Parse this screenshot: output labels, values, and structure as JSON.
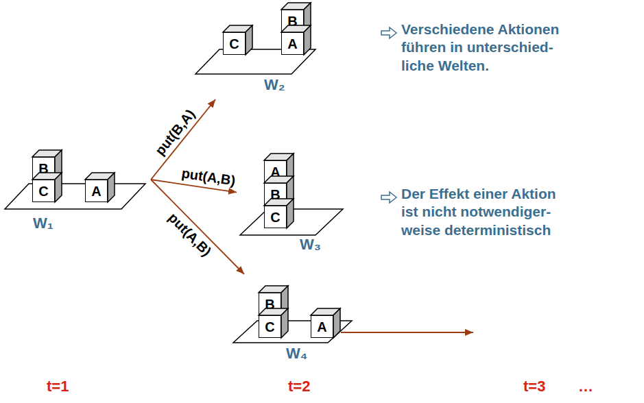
{
  "diagram": {
    "nodes": [
      {
        "text": [
          "W₁"
        ]
      },
      {
        "text": [
          "B"
        ],
        "in": 0
      },
      {
        "text": [
          "C"
        ],
        "in": 0
      },
      {
        "text": [
          "A"
        ],
        "in": 0
      },
      {
        "text": [
          "W₂"
        ]
      },
      {
        "text": [
          "B"
        ],
        "in": 4
      },
      {
        "text": [
          "C"
        ],
        "in": 4
      },
      {
        "text": [
          "A"
        ],
        "in": 4
      },
      {
        "text": [
          "W₃"
        ]
      },
      {
        "text": [
          "A"
        ],
        "in": 8
      },
      {
        "text": [
          "B"
        ],
        "in": 8
      },
      {
        "text": [
          "C"
        ],
        "in": 8
      },
      {
        "text": [
          "W₄"
        ]
      },
      {
        "text": [
          "B"
        ],
        "in": 12
      },
      {
        "text": [
          "C"
        ],
        "in": 12
      },
      {
        "text": [
          "A"
        ],
        "in": 12
      }
    ],
    "edges": [
      {
        "from": 0,
        "to": 4,
        "arrow": "to",
        "label": "put(B,A)"
      },
      {
        "from": 0,
        "to": 8,
        "arrow": "to",
        "label": "put(A,B)"
      },
      {
        "from": 0,
        "to": 12,
        "arrow": "to",
        "label": "put(A,B)"
      }
    ],
    "labels": [
      "Verschiedene Aktionen führen in unterschied­liche Welten.",
      "Der Effekt einer Aktion ist nicht notwendiger­weise deterministisch",
      "t=1",
      "t=2",
      "t=3",
      "…"
    ]
  }
}
